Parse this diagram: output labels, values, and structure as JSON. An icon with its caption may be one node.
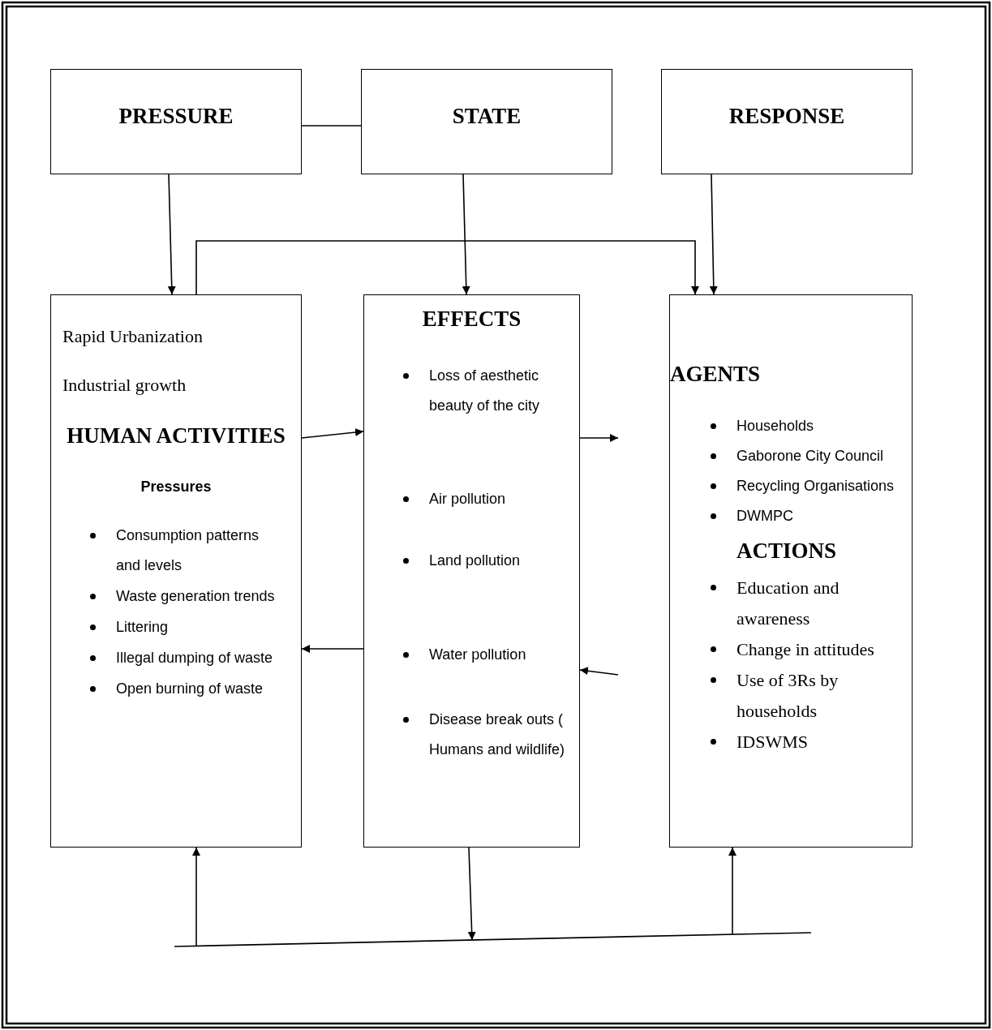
{
  "diagram": {
    "nodes": [
      {
        "text": [
          "PRESSURE"
        ]
      },
      {
        "text": [
          "STATE"
        ]
      },
      {
        "text": [
          "RESPONSE"
        ]
      },
      {
        "text": [
          "Rapid Urbanization",
          "Industrial growth",
          "HUMAN ACTIVITIES",
          "Pressures",
          "Consumption patterns and levels",
          "Waste generation trends",
          "Littering",
          "Illegal dumping of waste",
          "Open burning of waste"
        ]
      },
      {
        "text": [
          "EFFECTS",
          "Loss of aesthetic beauty of the city",
          "Air pollution",
          "Land pollution",
          "Water pollution",
          "Disease break outs ( Humans and wildlife)"
        ]
      },
      {
        "text": [
          "AGENTS",
          "Households",
          "Gaborone City Council",
          "Recycling Organisations",
          "DWMPC",
          "ACTIONS",
          "Education and awareness",
          "Change in attitudes",
          "Use of 3Rs by households",
          "IDSWMS"
        ]
      },
      {
        "text": [],
        "shape": "bar"
      }
    ],
    "edges": [
      {
        "from": 0,
        "to": 1,
        "arrow": "none"
      },
      {
        "from": 0,
        "to": 3,
        "arrow": "to"
      },
      {
        "from": 1,
        "to": 4,
        "arrow": "to"
      },
      {
        "from": 2,
        "to": 5,
        "arrow": "to"
      },
      {
        "from": 3,
        "to": 5,
        "arrow": "to"
      },
      {
        "from": 3,
        "to": 4,
        "arrow": "to"
      },
      {
        "from": 4,
        "to": 3,
        "arrow": "to"
      },
      {
        "from": 4,
        "to": null,
        "arrow": "to"
      },
      {
        "from": null,
        "to": 4,
        "arrow": "to"
      },
      {
        "from": 6,
        "to": 3,
        "arrow": "to"
      },
      {
        "from": 4,
        "to": 6,
        "arrow": "to"
      },
      {
        "from": 6,
        "to": 5,
        "arrow": "to"
      }
    ]
  }
}
